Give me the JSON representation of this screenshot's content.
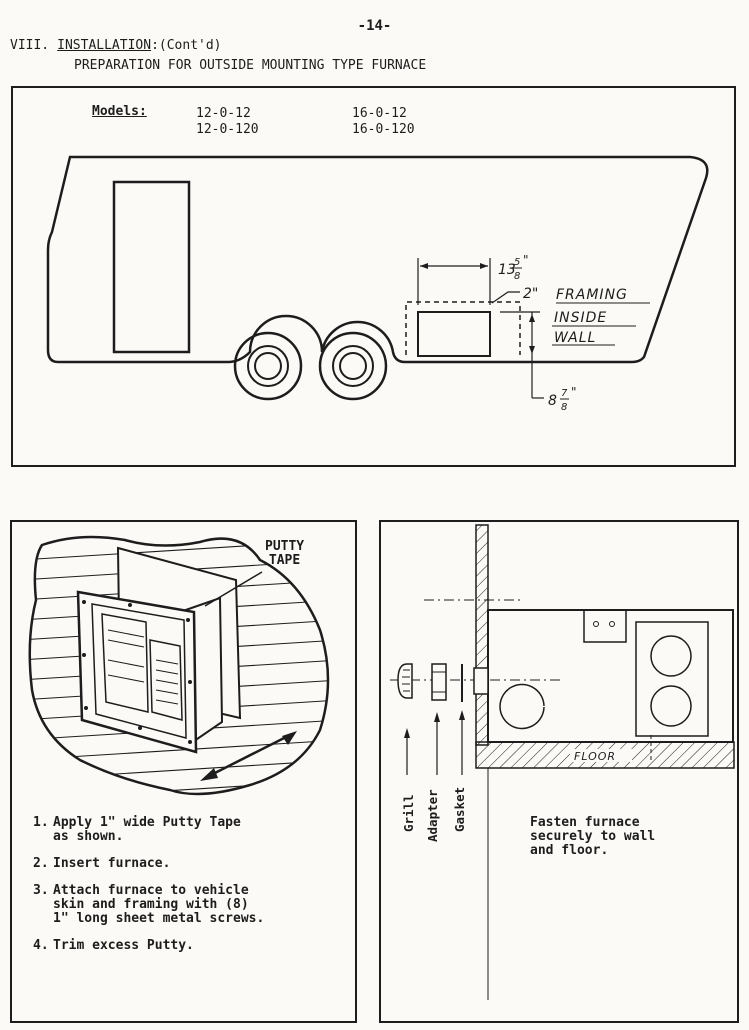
{
  "page": {
    "number": "-14-",
    "section_numeral": "VIII.",
    "section_title": "INSTALLATION",
    "section_suffix": ":(Cont'd)",
    "subtitle": "PREPARATION FOR OUTSIDE MOUNTING TYPE FURNACE"
  },
  "trailer_figure": {
    "models_label": "Models:",
    "models": [
      "12-0-12",
      "12-0-120",
      "16-0-12",
      "16-0-120"
    ],
    "dim_width_whole": "13",
    "dim_width_num": "5",
    "dim_width_den": "8",
    "dim_width_unit": "\"",
    "dim_depth": "2\"",
    "framing_lines": [
      "FRAMING",
      "INSIDE",
      "WALL"
    ],
    "dim_height_whole": "8",
    "dim_height_num": "7",
    "dim_height_den": "8",
    "dim_height_unit": "\""
  },
  "putty_figure": {
    "callout_lines": [
      "PUTTY",
      "TAPE"
    ],
    "steps": [
      {
        "num": "1.",
        "text": "Apply 1\" wide Putty Tape\nas shown."
      },
      {
        "num": "2.",
        "text": "Insert furnace."
      },
      {
        "num": "3.",
        "text": "Attach furnace to vehicle\nskin and framing with (8)\n1\" long sheet metal screws."
      },
      {
        "num": "4.",
        "text": "Trim excess Putty."
      }
    ]
  },
  "section_figure": {
    "labels": [
      "Grill",
      "Adapter",
      "Gasket"
    ],
    "floor_label": "FLOOR",
    "note_lines": [
      "Fasten furnace",
      "securely to wall",
      "and floor."
    ]
  }
}
